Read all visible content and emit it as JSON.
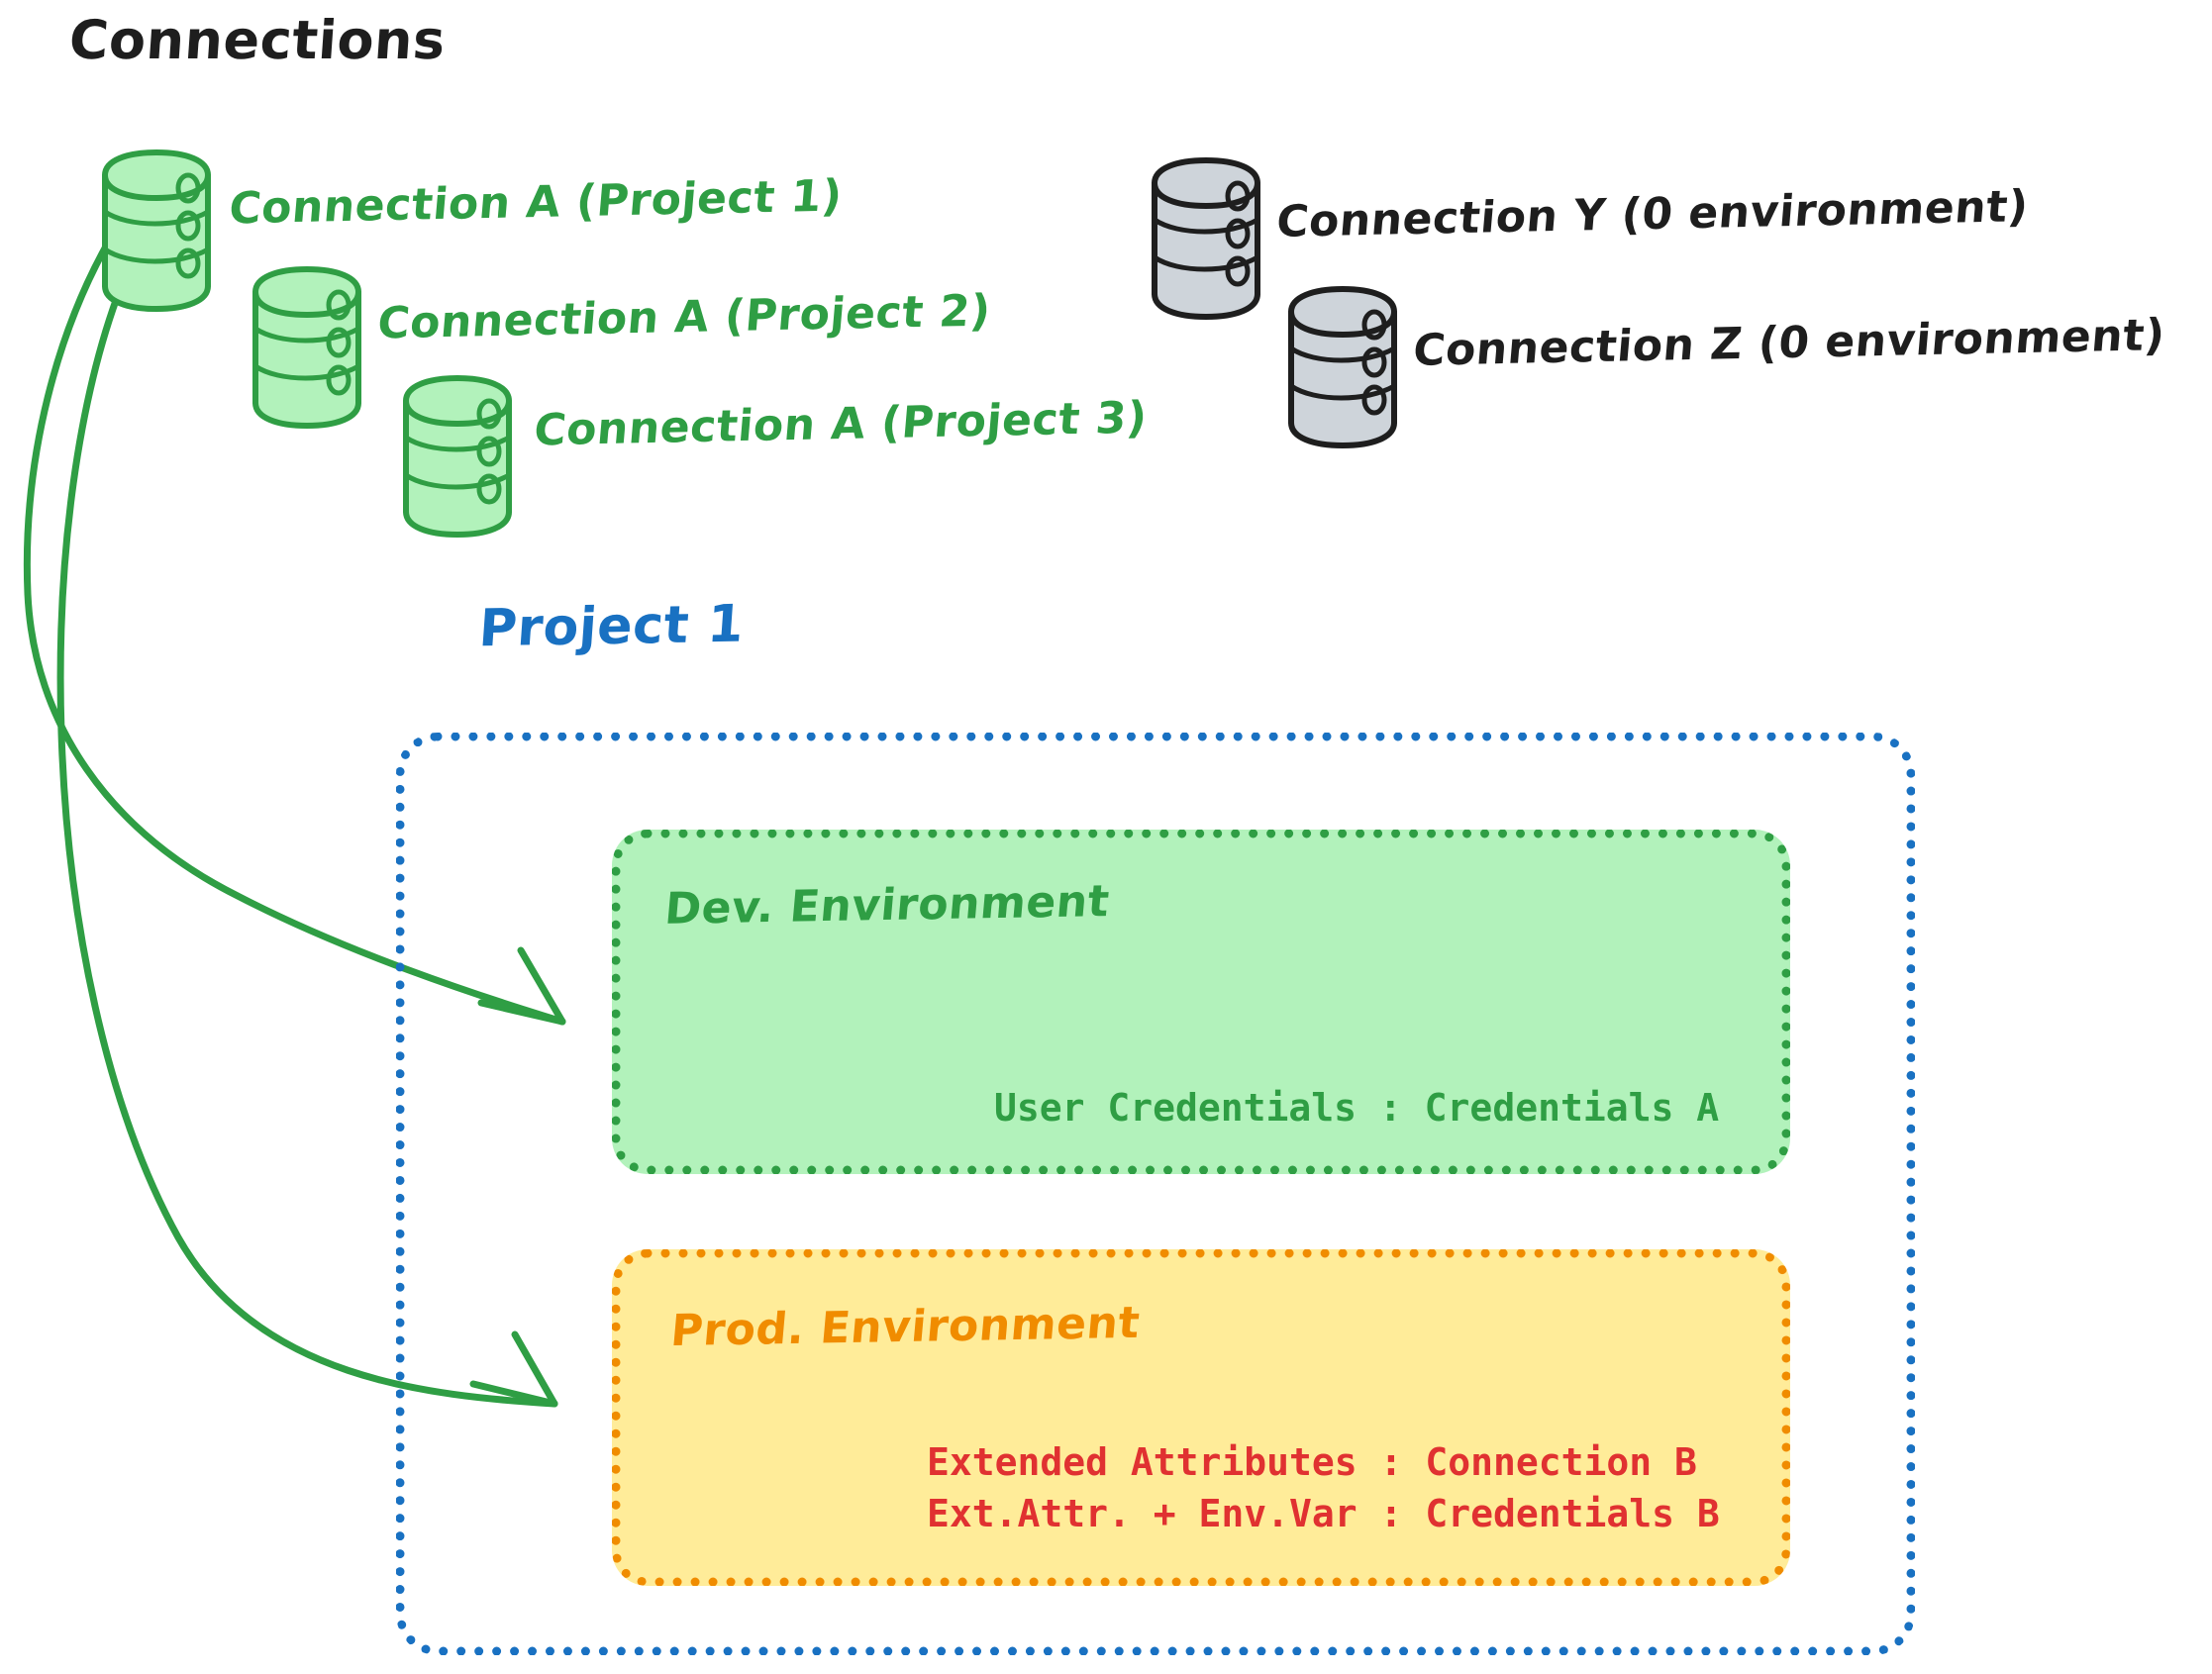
{
  "title": "Connections",
  "colors": {
    "green_stroke": "#2f9e44",
    "green_fill": "#b2f2bb",
    "gray_stroke": "#1e1e1e",
    "gray_fill": "#ced4da",
    "blue": "#1971c2",
    "orange": "#f08c00",
    "yellow_fill": "#ffec99",
    "red": "#e03131",
    "black": "#1e1e1e"
  },
  "connections": {
    "green": [
      {
        "label": "Connection A (Project 1)",
        "icon": "database-icon"
      },
      {
        "label": "Connection A (Project 2)",
        "icon": "database-icon"
      },
      {
        "label": "Connection A (Project 3)",
        "icon": "database-icon"
      }
    ],
    "gray": [
      {
        "label": "Connection Y (0 environment)",
        "icon": "database-icon"
      },
      {
        "label": "Connection Z (0 environment)",
        "icon": "database-icon"
      }
    ]
  },
  "project": {
    "title": "Project 1",
    "environments": [
      {
        "name": "Dev. Environment",
        "kind": "dev",
        "rows": [
          "User Credentials : Credentials A"
        ]
      },
      {
        "name": "Prod. Environment",
        "kind": "prod",
        "rows": [
          "Extended Attributes : Connection B",
          "Ext.Attr. + Env.Var : Credentials B"
        ]
      }
    ]
  },
  "arrows": [
    {
      "from": "Connection A (Project 1)",
      "to": "Dev. Environment"
    },
    {
      "from": "Connection A (Project 1)",
      "to": "Prod. Environment"
    }
  ]
}
